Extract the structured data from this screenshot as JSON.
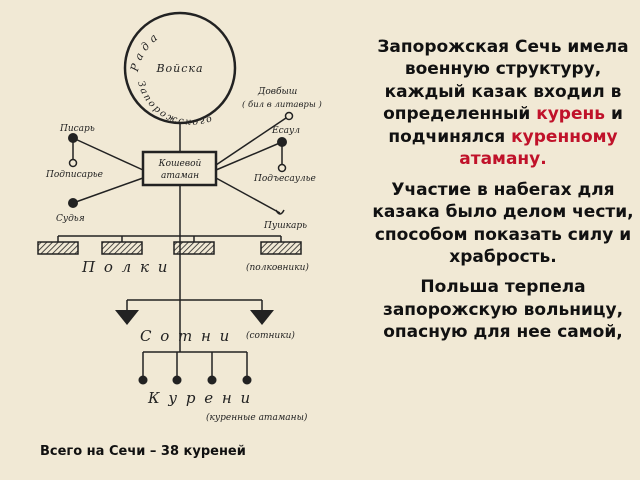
{
  "diagram": {
    "rada_text": "Рада",
    "voiska_text": "Войска",
    "zaporozhskogo_text": "Запорожского",
    "koshevoi_line1": "Кошевой",
    "koshevoi_line2": "атаман",
    "pisar": "Писарь",
    "podpisare": "Подписарье",
    "sudya": "Судья",
    "dovbysh": "Довбыш",
    "dovbysh_note": "( бил в литавры )",
    "esaul": "Есаул",
    "podesaule": "Подъесаулье",
    "pushkar": "Пушкарь",
    "polki": "П о л к и",
    "polkovniki": "(полковники)",
    "sotni": "С о т н и",
    "sotniki": "(сотники)",
    "kureni": "К у р е н и",
    "kurennye": "(куренные атаманы)"
  },
  "caption": "Всего на Сечи – 38 куреней",
  "panel": {
    "p1_text": "Запорожская Сечь имела военную структуру, каждый казак входил в определенный",
    "p1_red1": "курень",
    "p1_mid": "и подчинялся",
    "p1_red2": "куренному атаману.",
    "p2": "Участие в набегах для казака было делом чести, способом показать силу и храбрость.",
    "p3": "Польша терпела запорожскую вольницу, опасную для нее самой,"
  }
}
